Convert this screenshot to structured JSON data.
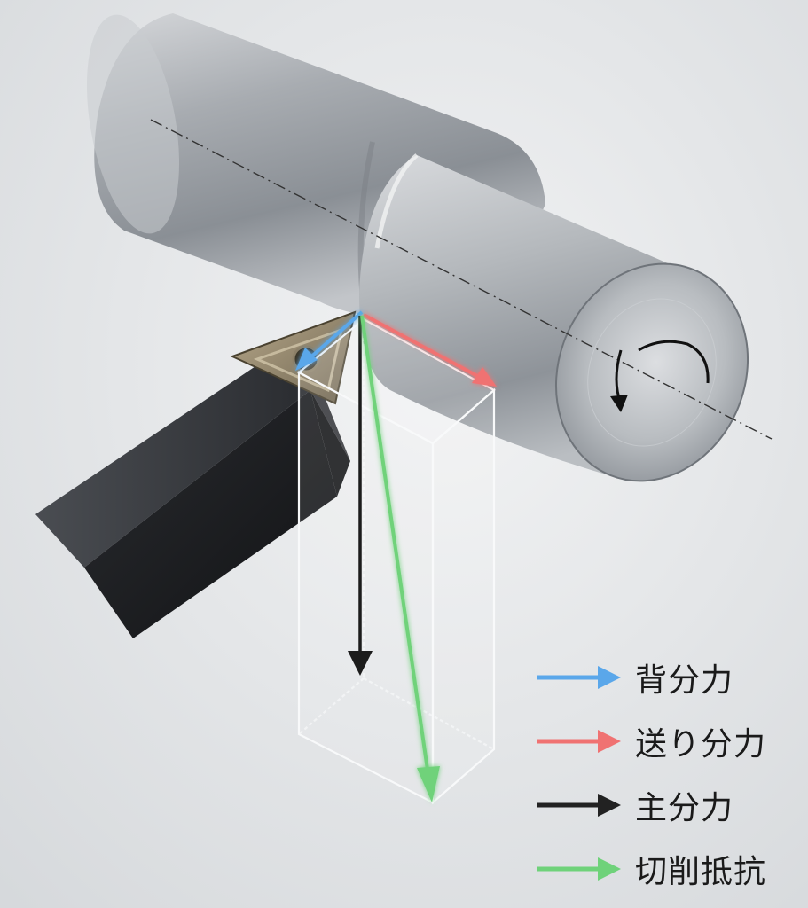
{
  "legend": {
    "items": [
      {
        "key": "back",
        "label": "背分力",
        "color": "#5aa7ea"
      },
      {
        "key": "feed",
        "label": "送り分力",
        "color": "#f07272"
      },
      {
        "key": "main",
        "label": "主分力",
        "color": "#222222"
      },
      {
        "key": "resultant",
        "label": "切削抵抗",
        "color": "#6fd27a"
      }
    ]
  },
  "workpiece": {
    "rotation_icon": "rotation-arrow-icon"
  }
}
